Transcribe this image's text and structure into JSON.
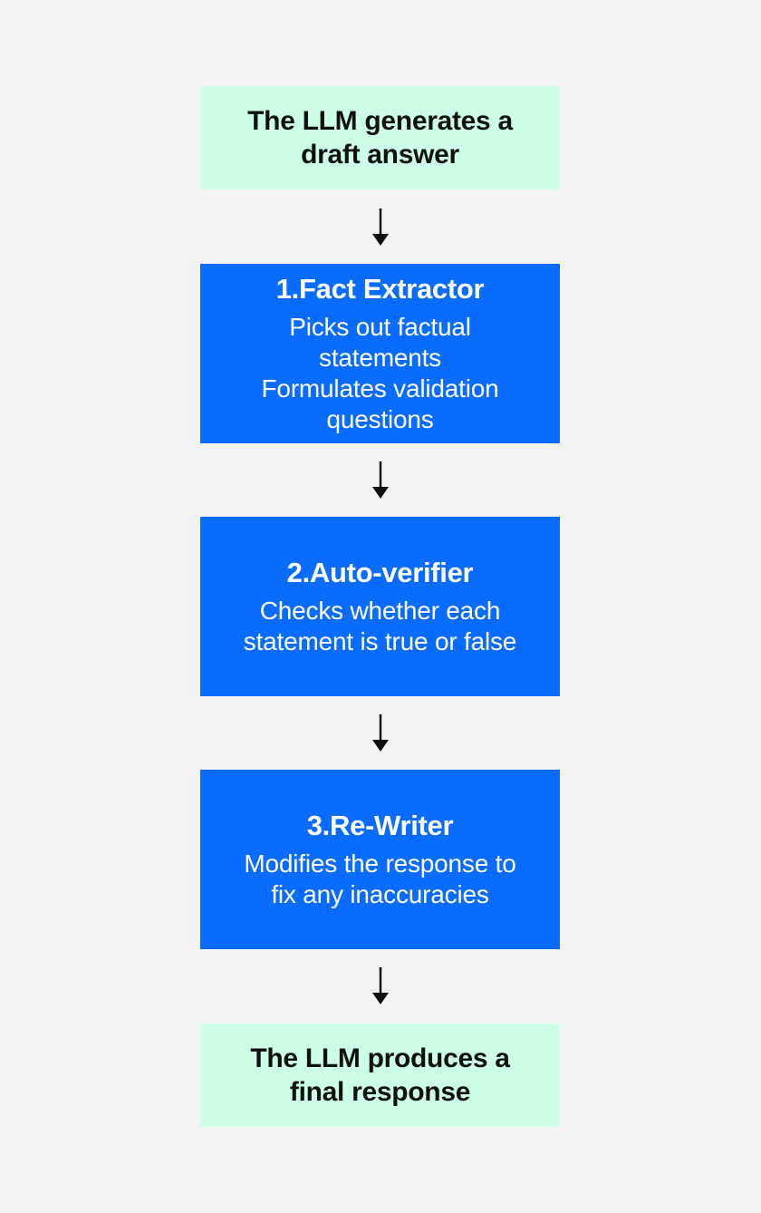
{
  "nodes": [
    {
      "text": "The LLM generates a\ndraft answer"
    },
    {
      "title": "1.Fact Extractor",
      "description": "Picks out factual\nstatements\nFormulates validation\nquestions"
    },
    {
      "title": "2.Auto-verifier",
      "description": "Checks whether each\nstatement is true or false"
    },
    {
      "title": "3.Re-Writer",
      "description": "Modifies the response to\nfix any inaccuracies"
    },
    {
      "text": "The LLM produces a\nfinal response"
    }
  ],
  "colors": {
    "background": "#f3f3f3",
    "terminal_fill": "#ccffe6",
    "step_fill": "#0a6cff",
    "arrow": "#111111"
  }
}
